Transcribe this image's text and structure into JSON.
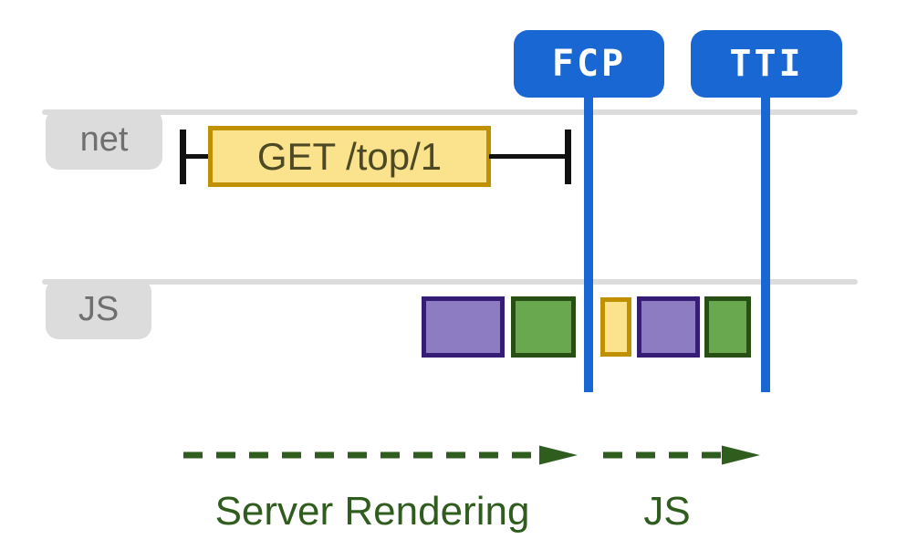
{
  "markers": [
    {
      "label": "FCP"
    },
    {
      "label": "TTI"
    }
  ],
  "lanes": [
    {
      "label": "net"
    },
    {
      "label": "JS"
    }
  ],
  "network": {
    "request_label": "GET /top/1"
  },
  "js_blocks": [
    {
      "phase": "server-rendering",
      "color": "purple"
    },
    {
      "phase": "server-rendering",
      "color": "green"
    },
    {
      "phase": "client-js",
      "color": "yellow"
    },
    {
      "phase": "client-js",
      "color": "purple"
    },
    {
      "phase": "client-js",
      "color": "green"
    }
  ],
  "phases": [
    {
      "label": "Server Rendering"
    },
    {
      "label": "JS"
    }
  ],
  "colors": {
    "marker_blue": "#1967D2",
    "lane_gray": "#DCDCDC",
    "lane_text_gray": "#6F6F6F",
    "yellow_fill": "#FBE38E",
    "yellow_border": "#BF9000",
    "purple_fill": "#8E7CC3",
    "purple_border": "#351C75",
    "green_fill": "#6AA84F",
    "green_border": "#274E13",
    "arrow_green": "#2F5D1E",
    "request_text": "#4D4924",
    "tick_black": "#111111"
  }
}
